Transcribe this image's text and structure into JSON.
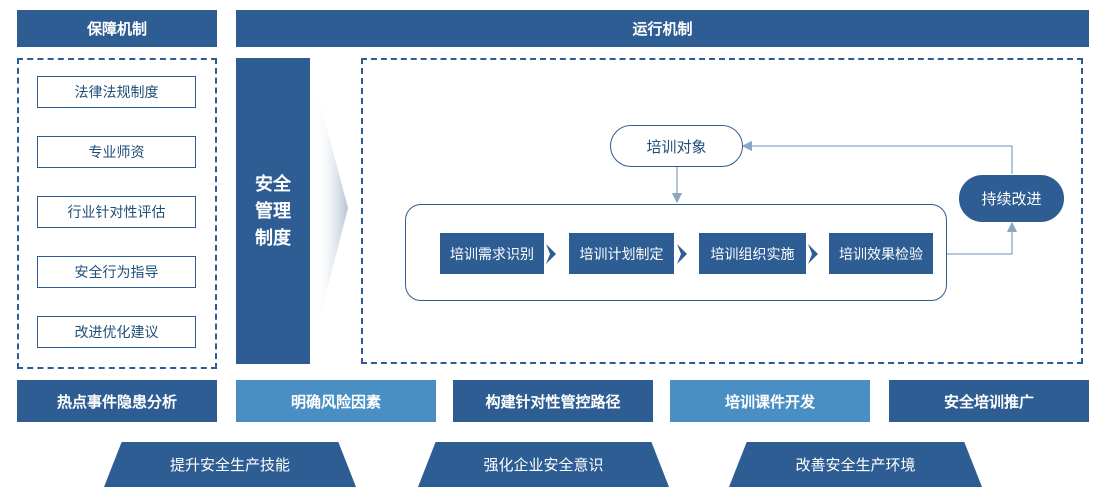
{
  "header": {
    "left_title": "保障机制",
    "right_title": "运行机制"
  },
  "guarantee": {
    "items": [
      "法律法规制度",
      "专业师资",
      "行业针对性评估",
      "安全行为指导",
      "改进优化建议"
    ]
  },
  "safety_system": {
    "label": "安全管理制度"
  },
  "flow": {
    "target": "培训对象",
    "steps": [
      "培训需求识别",
      "培训计划制定",
      "培训组织实施",
      "培训效果检验"
    ],
    "improve": "持续改进"
  },
  "bottom_row": {
    "items": [
      "热点事件隐患分析",
      "明确风险因素",
      "构建针对性管控路径",
      "培训课件开发",
      "安全培训推广"
    ]
  },
  "outcomes": {
    "items": [
      "提升安全生产技能",
      "强化企业安全意识",
      "改善安全生产环境"
    ]
  },
  "colors": {
    "primary": "#2e5d93",
    "light": "#4a8fc4"
  }
}
